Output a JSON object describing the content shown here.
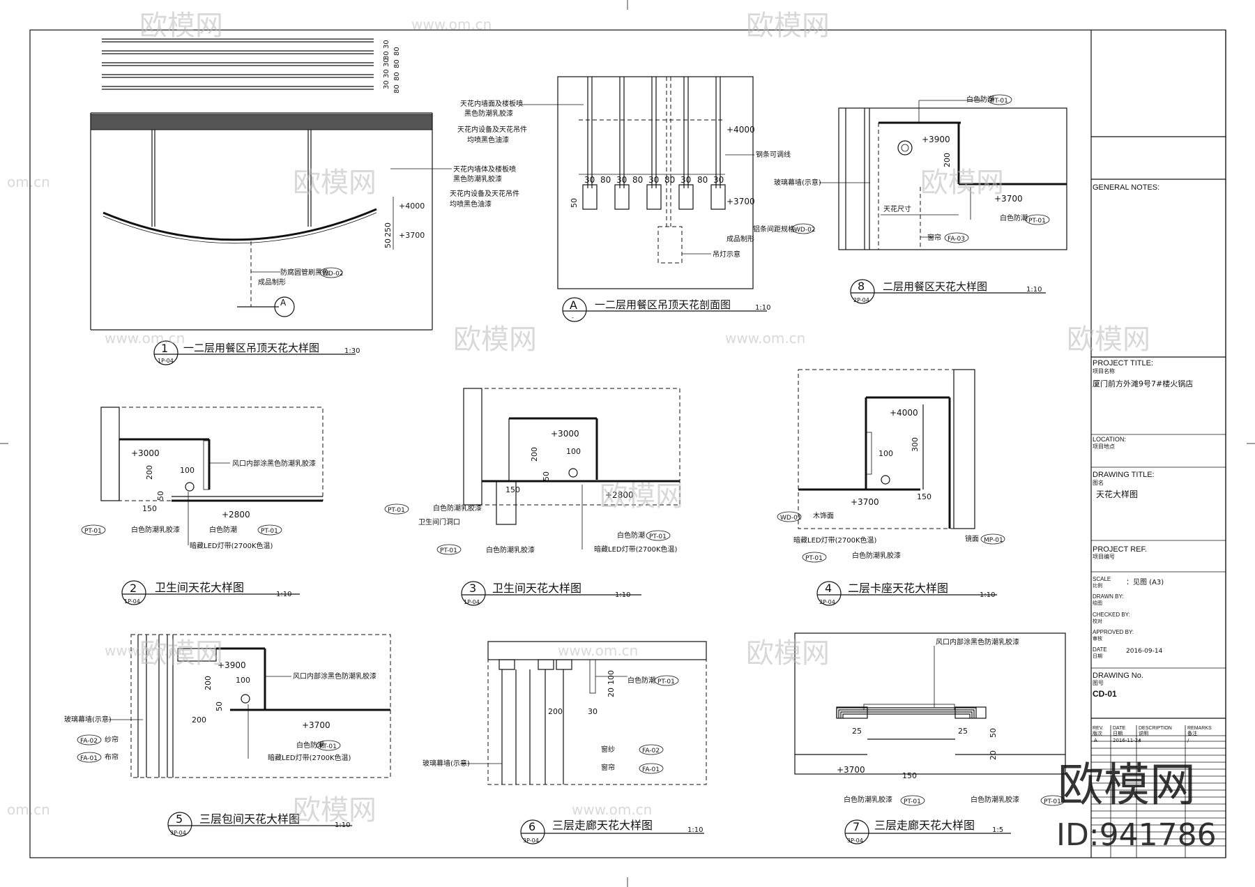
{
  "watermark": {
    "brand": "欧模网",
    "url": "www.om.cn",
    "url_short": "om.cn",
    "badge_brand": "欧模网",
    "badge_id": "ID:941786"
  },
  "title_block": {
    "general_notes": "GENERAL NOTES:",
    "project_title": "PROJECT TITLE:",
    "project_title_cn": "项目名称",
    "project_name": "厦门前方外滩9号7#楼火锅店",
    "location": "LOCATION:",
    "location_cn": "项目地点",
    "drawing_title": "DRAWING  TITLE:",
    "drawing_title_cn": "图名",
    "drawing_title_value": "天花大样图",
    "project_ref": "PROJECT REF.",
    "project_ref_cn": "项目编号",
    "scale": "SCALE",
    "scale_cn": "比例",
    "scale_value": "：见图  (A3)",
    "drawn_by": "DRAWN BY:",
    "drawn_by_cn": "绘图",
    "checked_by": "CHECKED BY:",
    "checked_by_cn": "校对",
    "approved_by": "APPROVED BY:",
    "approved_by_cn": "审核",
    "date": "DATE",
    "date_cn": "日期",
    "date_value": "2016-09-14",
    "drawing_no": "DRAWING No.",
    "drawing_no_cn": "图号",
    "drawing_no_value": "CD-01",
    "rev_headers": [
      "REV.",
      "DATE",
      "DESCRIPTION",
      "REMARKS"
    ],
    "rev_headers_cn": [
      "版次",
      "日期",
      "说明",
      "备注"
    ],
    "rev_rows": [
      [
        "A",
        "2016-11-24",
        "/",
        "/"
      ]
    ]
  },
  "details": [
    {
      "num": "1",
      "sheet": "1P-04",
      "title": "一二层用餐区吊顶天花大样图",
      "scale": "1:30"
    },
    {
      "num": "A",
      "sheet": "-",
      "title": "一二层用餐区吊顶天花剖面图",
      "scale": "1:10"
    },
    {
      "num": "8",
      "sheet": "2P-04",
      "title": "二层用餐区天花大样图",
      "scale": "1:10"
    },
    {
      "num": "2",
      "sheet": "1P-04",
      "title": "卫生间天花大样图",
      "scale": "1:10"
    },
    {
      "num": "3",
      "sheet": "1P-04",
      "title": "卫生间天花大样图",
      "scale": "1:10"
    },
    {
      "num": "4",
      "sheet": "2P-04",
      "title": "二层卡座天花大样图",
      "scale": "1:10"
    },
    {
      "num": "5",
      "sheet": "3P-04",
      "title": "三层包间天花大样图",
      "scale": "1:10"
    },
    {
      "num": "6",
      "sheet": "3P-04",
      "title": "三层走廊天花大样图",
      "scale": "1:10"
    },
    {
      "num": "7",
      "sheet": "3P-04",
      "title": "三层走廊天花大样图",
      "scale": "1:5"
    }
  ],
  "labels": {
    "d1_dims": [
      "30",
      "30",
      "30",
      "30",
      "30",
      "80",
      "80",
      "80",
      "80"
    ],
    "d1_elev1": "+4000",
    "d1_elev2": "+3700",
    "d1_dim_250": "250",
    "d1_dim_50": "50",
    "d1_note1": "天花内墙体及楼板喷",
    "d1_note2": "黑色防潮乳胶漆",
    "d1_note3": "天花内设备及天花吊件",
    "d1_note4": "均喷黑色油漆",
    "d1_note5": "防腐圆管刷黑色",
    "d1_tag1": "WD-02",
    "d1_note6": "成品制形",
    "d1_section": "A",
    "dA_note1": "天花内墙面及楼板喷",
    "dA_note2": "黑色防潮乳胶漆",
    "dA_note3": "天花内设备及天花吊件",
    "dA_note4": "均喷黑色油漆",
    "dA_elev1": "+4000",
    "dA_elev2": "+3700",
    "dA_dims": [
      "30",
      "80",
      "30",
      "80",
      "30",
      "80",
      "30",
      "80",
      "30"
    ],
    "dA_dim_50": "50",
    "dA_note5": "钢条可调线",
    "dA_note6": "铝条间距规格",
    "dA_tag1": "WD-02",
    "dA_note7": "成品制形",
    "dA_note8": "吊灯示意",
    "d8_tag_top": "PT-01",
    "d8_note_top": "白色防潮",
    "d8_elev1": "+3900",
    "d8_dim200": "200",
    "d8_elev2": "+3700",
    "d8_note_glass": "玻璃幕墙(示意)",
    "d8_note_white": "白色防潮",
    "d8_tag_mid": "PT-01",
    "d8_note_size": "天花尺寸",
    "d8_note_curtain": "窗帘",
    "d8_tag_fa": "FA-03",
    "d2_elev1": "+3000",
    "d2_dim200": "200",
    "d2_dim100": "100",
    "d2_dim50": "50",
    "d2_dim150": "150",
    "d2_elev2": "+2800",
    "d2_note_vent": "风口内部涂黑色防潮乳胶漆",
    "d2_note_white1": "白色防潮乳胶漆",
    "d2_note_white2": "白色防潮",
    "d2_tag_pt": "PT-01",
    "d2_tag_pt2": "PT-01",
    "d2_note_led": "暗藏LED灯带(2700K色温)",
    "d3_elev1": "+3000",
    "d3_dim200": "200",
    "d3_dim100": "100",
    "d3_dim50": "50",
    "d3_dim150": "150",
    "d3_elev2": "+2800",
    "d3_tag_left": "PT-01",
    "d3_note1": "白色防潮乳胶漆",
    "d3_note2": "卫生间门洞口",
    "d3_tag_pt": "PT-01",
    "d3_note3": "白色防潮乳胶漆",
    "d3_note4": "白色防潮",
    "d3_tag_pt2": "PT-01",
    "d3_note_led": "暗藏LED灯带(2700K色温)",
    "d4_elev1": "+4000",
    "d4_dim300": "300",
    "d4_dim100": "100",
    "d4_dim150": "150",
    "d4_elev2": "+3700",
    "d4_tag_wd": "WD-01",
    "d4_note_wood": "木饰面",
    "d4_note_led": "暗藏LED灯带(2700K色温)",
    "d4_tag_pt": "PT-01",
    "d4_note_white": "白色防潮乳胶漆",
    "d4_tag_mp": "MP-01",
    "d4_note_mp": "镜面",
    "d5_elev1": "+3900",
    "d5_dim200": "200",
    "d5_dim100": "100",
    "d5_dim50": "50",
    "d5_dim200b": "200",
    "d5_elev2": "+3700",
    "d5_note_vent": "风口内部涂黑色防潮乳胶漆",
    "d5_note_glass": "玻璃幕墙(示意)",
    "d5_tag_fa2": "FA-02",
    "d5_note_fa2": "纱帘",
    "d5_tag_fa1": "FA-01",
    "d5_note_fa1": "布帘",
    "d5_note_white": "白色防潮",
    "d5_tag_pt": "PT-01",
    "d5_note_led": "暗藏LED灯带(2700K色温)",
    "d6_dim200": "200",
    "d6_dim30": "30",
    "d6_dim100": "100",
    "d6_dim20": "20",
    "d6_note_white": "白色防潮",
    "d6_tag_pt": "PT-01",
    "d6_note_glass": "玻璃幕墙(示意)",
    "d6_tag_fa2": "FA-02",
    "d6_note_fa2": "窗纱",
    "d6_tag_fa1": "FA-01",
    "d6_note_fa1": "窗帘",
    "d7_note_vent": "风口内部涂黑色防潮乳胶漆",
    "d7_dim25a": "25",
    "d7_dim25b": "25",
    "d7_dim50": "50",
    "d7_dim20": "20",
    "d7_dim150": "150",
    "d7_elev": "+3700",
    "d7_note_white1": "白色防潮乳胶漆",
    "d7_tag_pt": "PT-01",
    "d7_note_white2": "白色防潮乳胶漆",
    "d7_tag_pt2": "PT-01"
  }
}
